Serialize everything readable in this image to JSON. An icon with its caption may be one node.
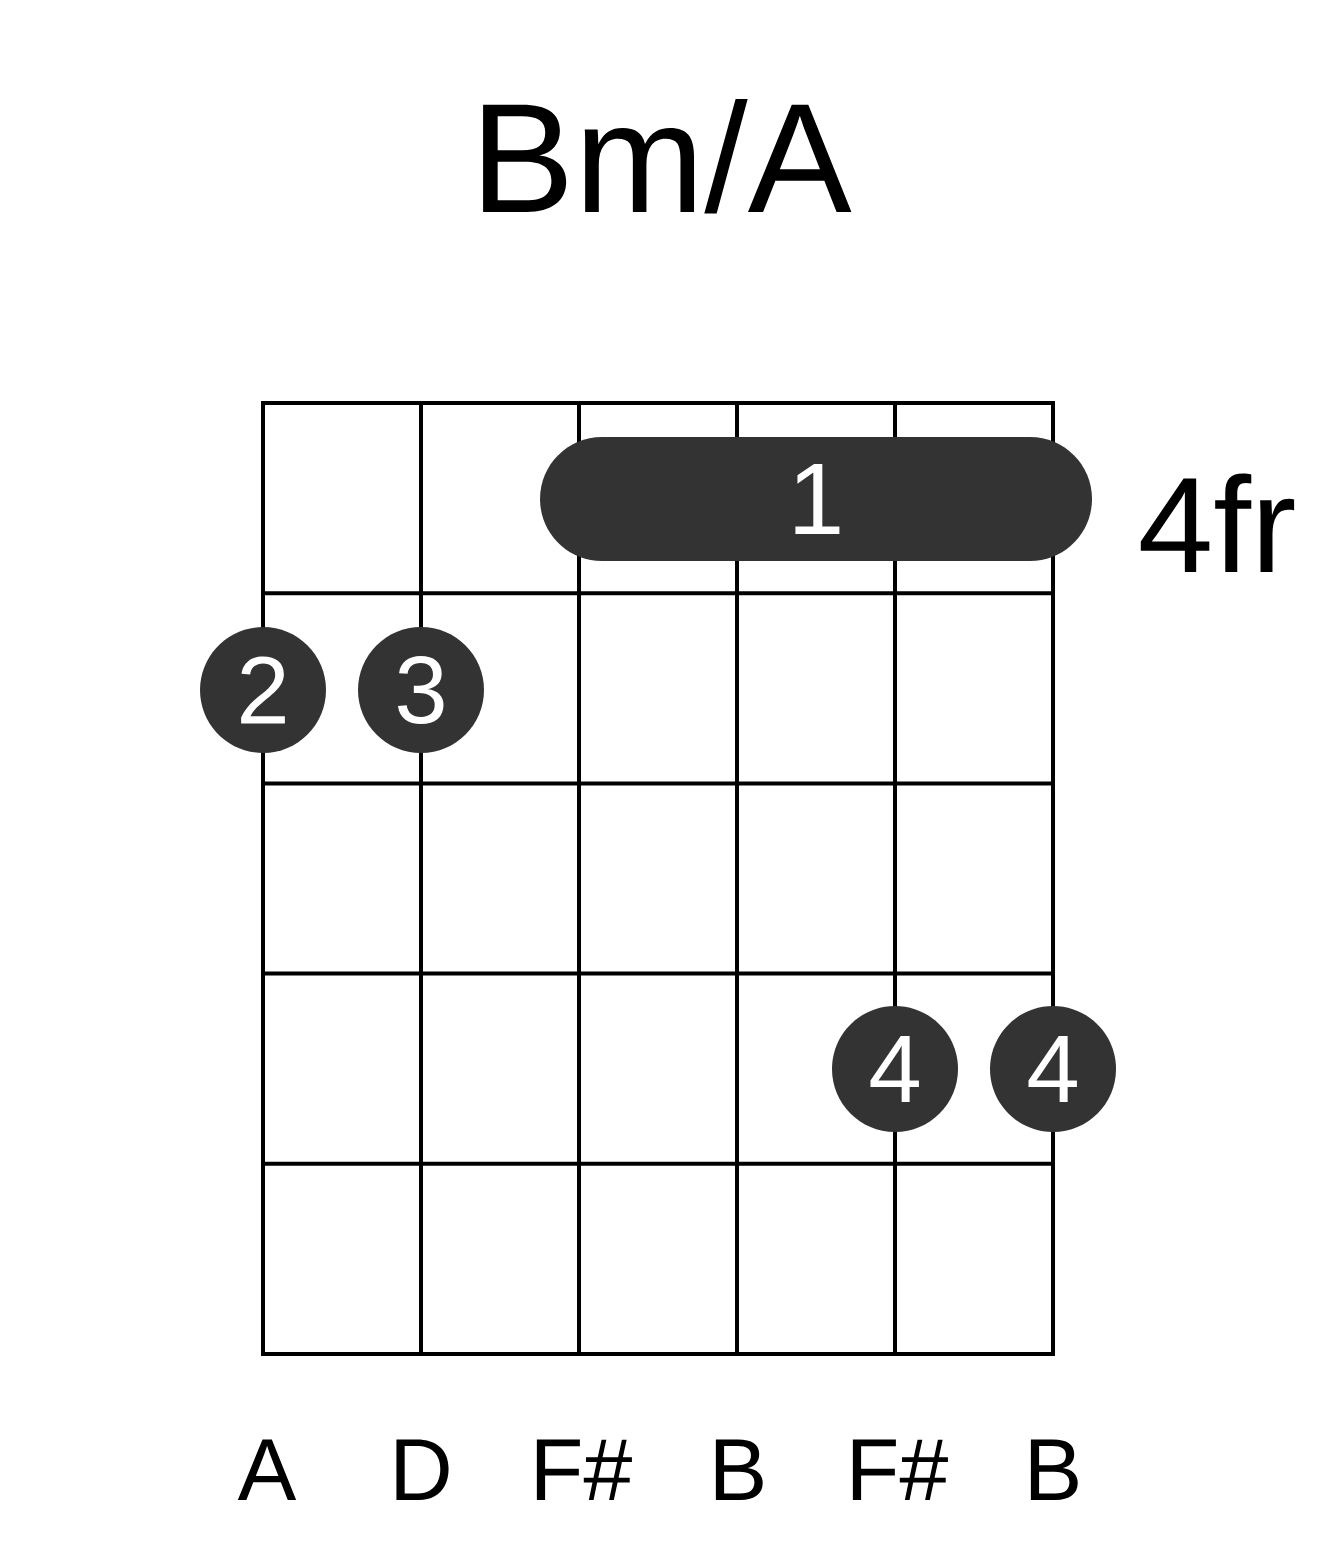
{
  "diagram": {
    "title": "Bm/A",
    "nodes": [
      {
        "text": [
          "1"
        ]
      },
      {
        "text": [
          "2"
        ]
      },
      {
        "text": [
          "3"
        ]
      },
      {
        "text": [
          "4"
        ]
      },
      {
        "text": [
          "4"
        ]
      }
    ],
    "labels": [
      "4fr",
      "A",
      "D",
      "F#",
      "B",
      "F#",
      "B"
    ]
  }
}
